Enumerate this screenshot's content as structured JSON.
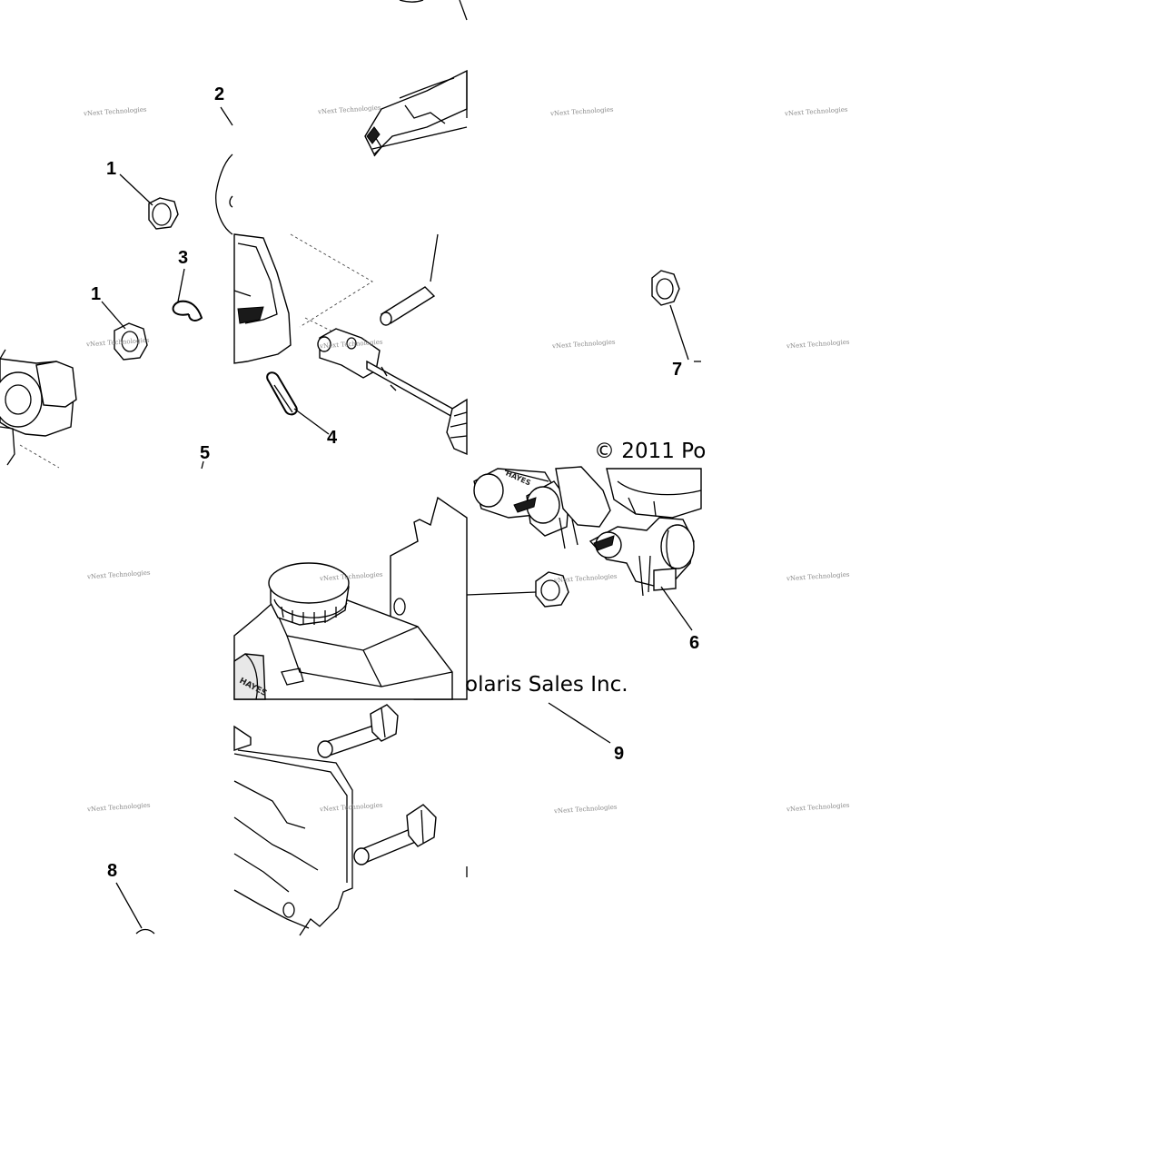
{
  "diagram": {
    "callouts": [
      {
        "id": "1a",
        "label": "1"
      },
      {
        "id": "1b",
        "label": "1"
      },
      {
        "id": "2",
        "label": "2"
      },
      {
        "id": "3",
        "label": "3"
      },
      {
        "id": "4",
        "label": "4"
      },
      {
        "id": "5",
        "label": "5"
      },
      {
        "id": "6",
        "label": "6"
      },
      {
        "id": "7",
        "label": "7"
      },
      {
        "id": "8",
        "label": "8"
      },
      {
        "id": "9",
        "label": "9"
      }
    ],
    "copyright_line1": "© 2011 Po",
    "copyright_line2": "olaris Sales Inc.",
    "watermark": "vNext Technologies",
    "hose_text": "HAYES",
    "reservoir_text": "HAYES"
  },
  "colors": {
    "background": "#ffffff",
    "line": "#000000",
    "watermark": "#8a8a8a"
  }
}
